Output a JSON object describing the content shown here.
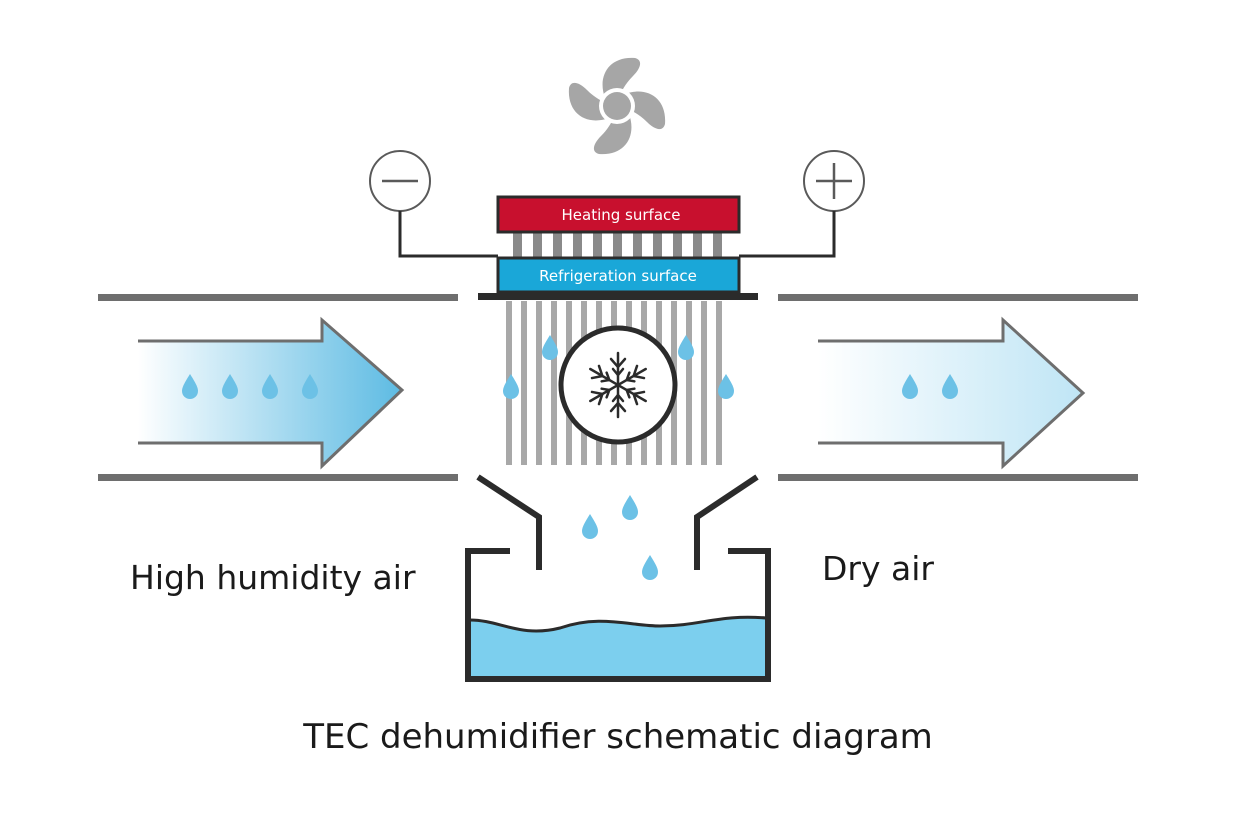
{
  "labels": {
    "heating": "Heating surface",
    "refrigeration": "Refrigeration surface",
    "inlet": "High humidity air",
    "outlet": "Dry air",
    "caption": "TEC dehumidifier schematic diagram"
  },
  "icons": {
    "fan": "fan-icon",
    "negative": "minus-terminal-icon",
    "positive": "plus-terminal-icon",
    "snowflake": "snowflake-icon",
    "droplet": "water-droplet-icon"
  },
  "colors": {
    "heating": "#c8102e",
    "refrigeration": "#1aa7d8",
    "water": "#7ccfee",
    "droplet": "#6cc1e6",
    "frame": "#2b2b2b",
    "duct": "#6e6e6e",
    "fin": "#a8a8a8",
    "fan": "#a6a6a6"
  }
}
